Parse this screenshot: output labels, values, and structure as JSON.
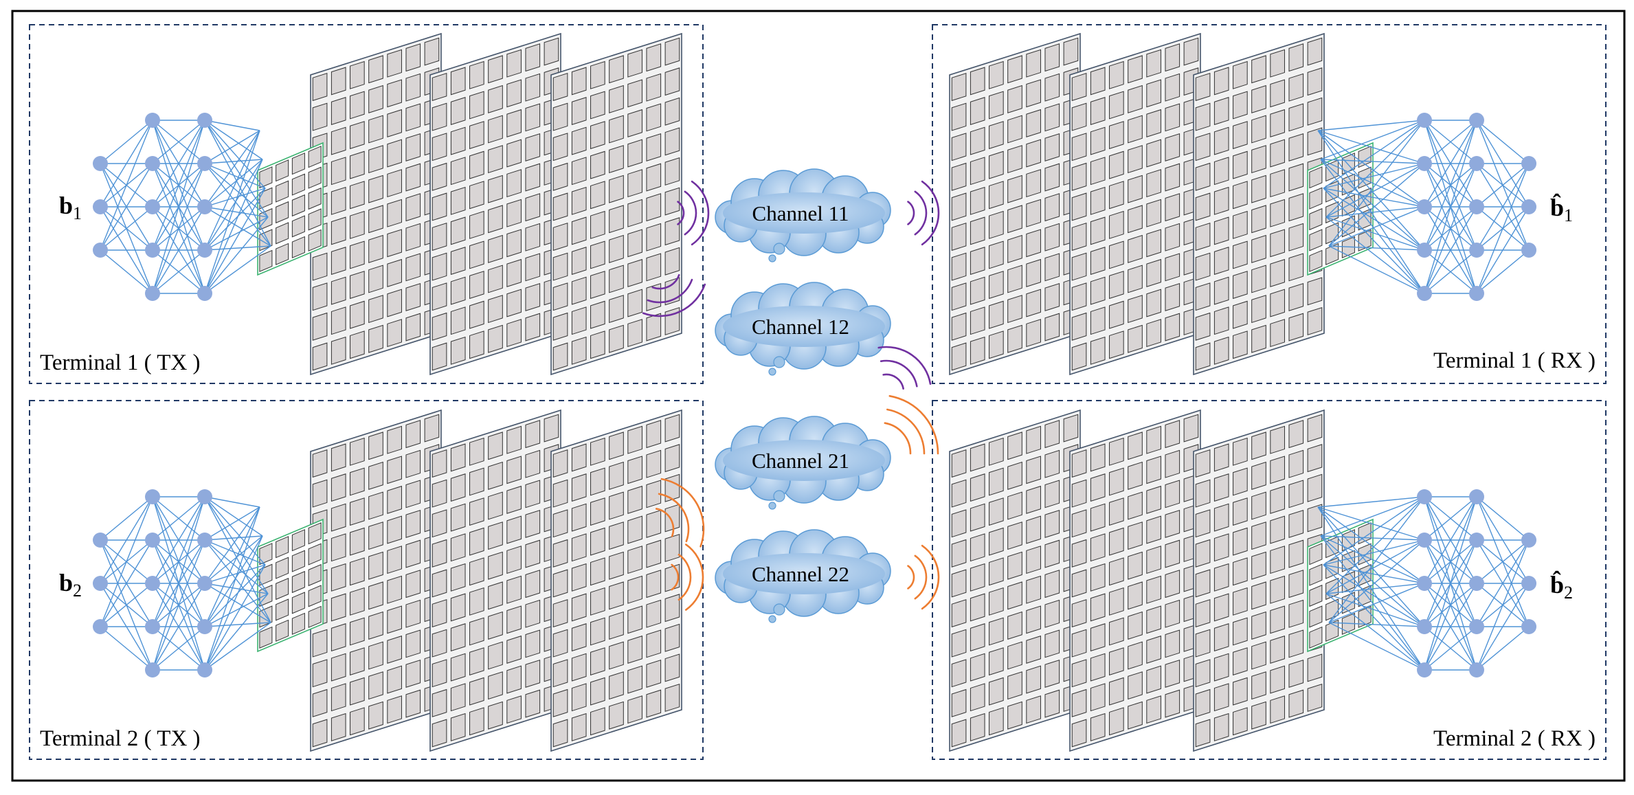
{
  "terminals": {
    "t1_tx": {
      "label": "Terminal 1 ( TX )"
    },
    "t1_rx": {
      "label": "Terminal 1 ( RX )"
    },
    "t2_tx": {
      "label": "Terminal 2 ( TX )"
    },
    "t2_rx": {
      "label": "Terminal 2 ( RX )"
    }
  },
  "signals": {
    "b1": {
      "symbol": "b",
      "sub": "1"
    },
    "b2": {
      "symbol": "b",
      "sub": "2"
    },
    "b1_hat": {
      "symbol": "b̂",
      "sub": "1"
    },
    "b2_hat": {
      "symbol": "b̂",
      "sub": "2"
    }
  },
  "channels": {
    "c11": {
      "label": "Channel 11"
    },
    "c12": {
      "label": "Channel 12"
    },
    "c21": {
      "label": "Channel 21"
    },
    "c22": {
      "label": "Channel 22"
    }
  },
  "colors": {
    "frame": "#000000",
    "dashed_box": "#1f3864",
    "node": "#8faadc",
    "edge": "#4f93d6",
    "panel_fill": "#f2f2f2",
    "panel_stroke": "#44546a",
    "cell_fill": "#d9d5d5",
    "green_panel": "#3cb371",
    "cloud_fill": "#9dc3e6",
    "cloud_stroke": "#5b9bd5",
    "wave_terminal1": "#7030a0",
    "wave_terminal2": "#ed7d31"
  }
}
